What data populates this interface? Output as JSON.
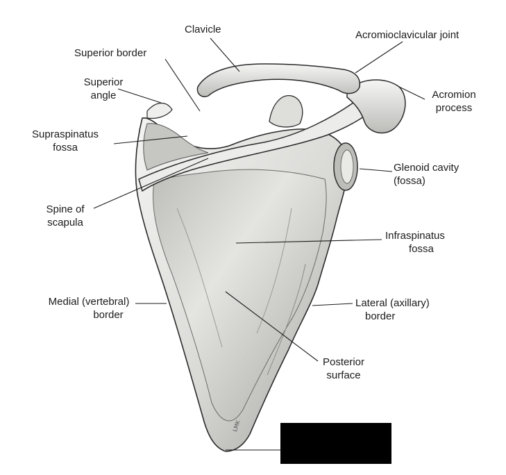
{
  "diagram": {
    "labels": {
      "clavicle": [
        "Clavicle"
      ],
      "acromioclavicular_joint": [
        "Acromioclavicular joint"
      ],
      "superior_border": [
        "Superior border"
      ],
      "superior_angle": [
        "Superior",
        "angle"
      ],
      "acromion_process": [
        "Acromion",
        "process"
      ],
      "supraspinatus_fossa": [
        "Supraspinatus",
        "fossa"
      ],
      "glenoid_cavity": [
        "Glenoid cavity",
        "(fossa)"
      ],
      "spine_of_scapula": [
        "Spine of",
        "scapula"
      ],
      "infraspinatus_fossa": [
        "Infraspinatus",
        "fossa"
      ],
      "medial_border": [
        "Medial (vertebral)",
        "border"
      ],
      "lateral_border": [
        "Lateral (axillary)",
        "border"
      ],
      "posterior_surface": [
        "Posterior",
        "surface"
      ]
    },
    "signature": "LMK",
    "colors": {
      "bone_light": "#f2f2f0",
      "bone_mid": "#c9c9c6",
      "bone_shadow": "#8e8e8b",
      "outline": "#2a2a2a",
      "label_text": "#1a1a1a",
      "redaction": "#000000"
    }
  }
}
